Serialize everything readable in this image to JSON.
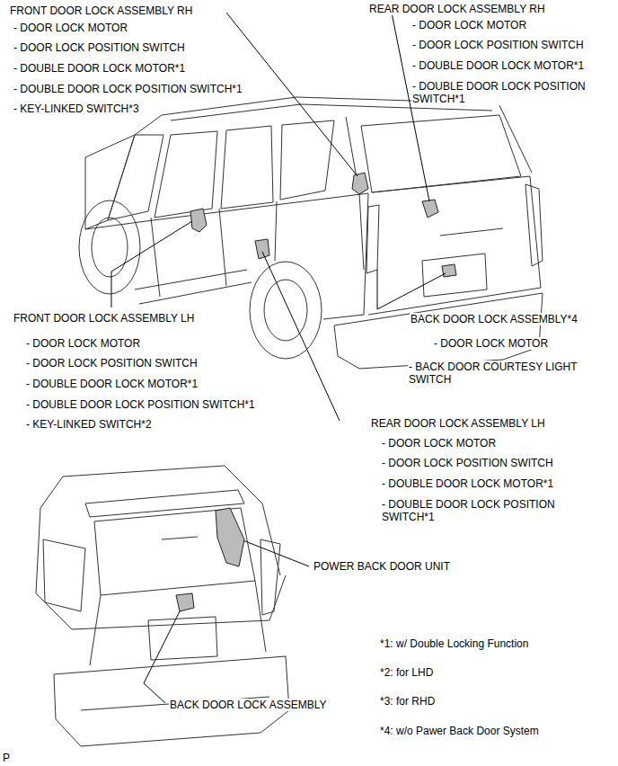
{
  "diagram": {
    "labels": [
      "FRONT DOOR LOCK ASSEMBLY RH",
      "- DOOR LOCK MOTOR",
      "- DOOR LOCK POSITION SWITCH",
      "- DOUBLE DOOR LOCK MOTOR*1",
      "- DOUBLE DOOR LOCK POSITION SWITCH*1",
      "- KEY-LINKED SWITCH*3",
      "REAR DOOR LOCK ASSEMBLY RH",
      "- DOOR LOCK MOTOR",
      "- DOOR LOCK POSITION SWITCH",
      "- DOUBLE DOOR LOCK MOTOR*1",
      "- DOUBLE DOOR LOCK POSITION SWITCH*1",
      "FRONT DOOR LOCK ASSEMBLY LH",
      "- DOOR LOCK MOTOR",
      "- DOOR LOCK POSITION SWITCH",
      "- DOUBLE DOOR LOCK MOTOR*1",
      "- DOUBLE DOOR LOCK POSITION SWITCH*1",
      "- KEY-LINKED SWITCH*2",
      "BACK DOOR LOCK ASSEMBLY*4",
      "- DOOR LOCK MOTOR",
      "- BACK DOOR COURTESY LIGHT SWITCH",
      "REAR DOOR LOCK ASSEMBLY LH",
      "- DOOR LOCK MOTOR",
      "- DOOR LOCK POSITION SWITCH",
      "- DOUBLE DOOR LOCK MOTOR*1",
      "- DOUBLE DOOR LOCK POSITION SWITCH*1",
      "POWER BACK DOOR UNIT",
      "BACK DOOR LOCK ASSEMBLY",
      "*1: w/ Double Locking Function",
      "*2: for LHD",
      "*3: for RHD",
      "*4: w/o Pawer Back Door System",
      "P"
    ]
  }
}
